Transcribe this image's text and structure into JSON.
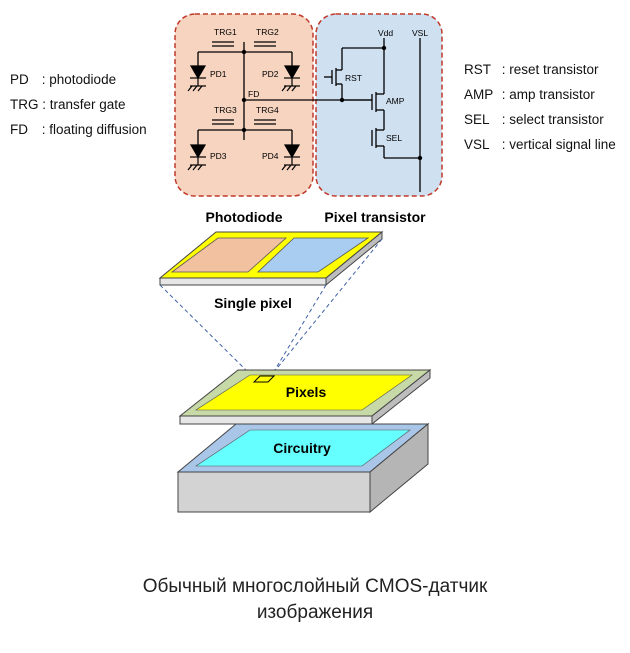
{
  "legend_left": [
    {
      "key": "PD",
      "sep": " : ",
      "desc": "photodiode"
    },
    {
      "key": "TRG",
      "sep": " : ",
      "desc": "transfer gate"
    },
    {
      "key": "FD",
      "sep": " : ",
      "desc": "floating diffusion"
    }
  ],
  "legend_right": [
    {
      "key": "RST",
      "sep": " : ",
      "desc": "reset transistor"
    },
    {
      "key": "AMP",
      "sep": " : ",
      "desc": "amp transistor"
    },
    {
      "key": "SEL",
      "sep": " : ",
      "desc": "select transistor"
    },
    {
      "key": "VSL",
      "sep": " : ",
      "desc": "vertical signal line"
    }
  ],
  "circuit": {
    "trg": [
      "TRG1",
      "TRG2",
      "TRG3",
      "TRG4"
    ],
    "pd": [
      "PD1",
      "PD2",
      "PD3",
      "PD4"
    ],
    "fd": "FD",
    "rst": "RST",
    "amp": "AMP",
    "sel": "SEL",
    "vdd": "Vdd",
    "vsl": "VSL"
  },
  "labels": {
    "photodiode": "Photodiode",
    "pixel_transistor": "Pixel transistor",
    "single_pixel": "Single pixel",
    "pixels": "Pixels",
    "circuitry": "Circuitry"
  },
  "caption": {
    "line1": "Обычный многослойный CMOS-датчик",
    "line2": "изображения"
  },
  "colors": {
    "photodiode_region": "#f6d4bf",
    "transistor_region": "#cfe0f1",
    "region_border": "#c0392b",
    "pixel_yellow": "#ffff00",
    "pd_block": "#f2c1a0",
    "tr_block": "#a9cdf0",
    "circuitry_cyan": "#66ffff",
    "base_gray": "#cfcfcf",
    "pixels_frame_green": "#c6d9a6",
    "circuit_frame_blue": "#a9c6e8"
  }
}
